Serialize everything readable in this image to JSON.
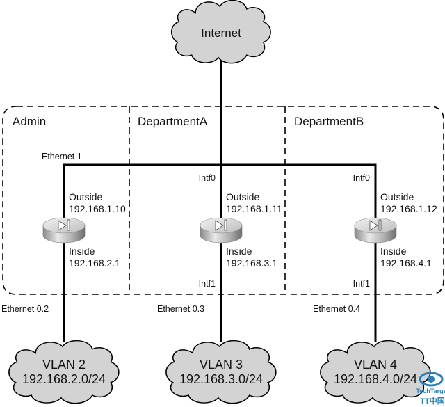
{
  "internet": {
    "label": "Internet"
  },
  "zones": [
    {
      "name": "Admin"
    },
    {
      "name": "DepartmentA"
    },
    {
      "name": "DepartmentB"
    }
  ],
  "uplink_label": "Ethernet 1",
  "routers": [
    {
      "outside_if": "",
      "outside_label": "Outside",
      "outside_ip": "192.168.1.10",
      "inside_label": "Inside",
      "inside_ip": "192.168.2.1",
      "inside_if": "",
      "downlink": "Ethernet 0.2",
      "vlan": {
        "name": "VLAN 2",
        "subnet": "192.168.2.0/24"
      }
    },
    {
      "outside_if": "Intf0",
      "outside_label": "Outside",
      "outside_ip": "192.168.1.11",
      "inside_label": "Inside",
      "inside_ip": "192.168.3.1",
      "inside_if": "Intf1",
      "downlink": "Ethernet 0.3",
      "vlan": {
        "name": "VLAN 3",
        "subnet": "192.168.3.0/24"
      }
    },
    {
      "outside_if": "Intf0",
      "outside_label": "Outside",
      "outside_ip": "192.168.1.12",
      "inside_label": "Inside",
      "inside_ip": "192.168.4.1",
      "inside_if": "Intf1",
      "downlink": "Ethernet 0.4",
      "vlan": {
        "name": "VLAN 4",
        "subnet": "192.168.4.0/24"
      }
    }
  ],
  "watermark": {
    "brand": "TechTarget",
    "sub": "TT中国",
    "color": "#2a7fb8"
  }
}
